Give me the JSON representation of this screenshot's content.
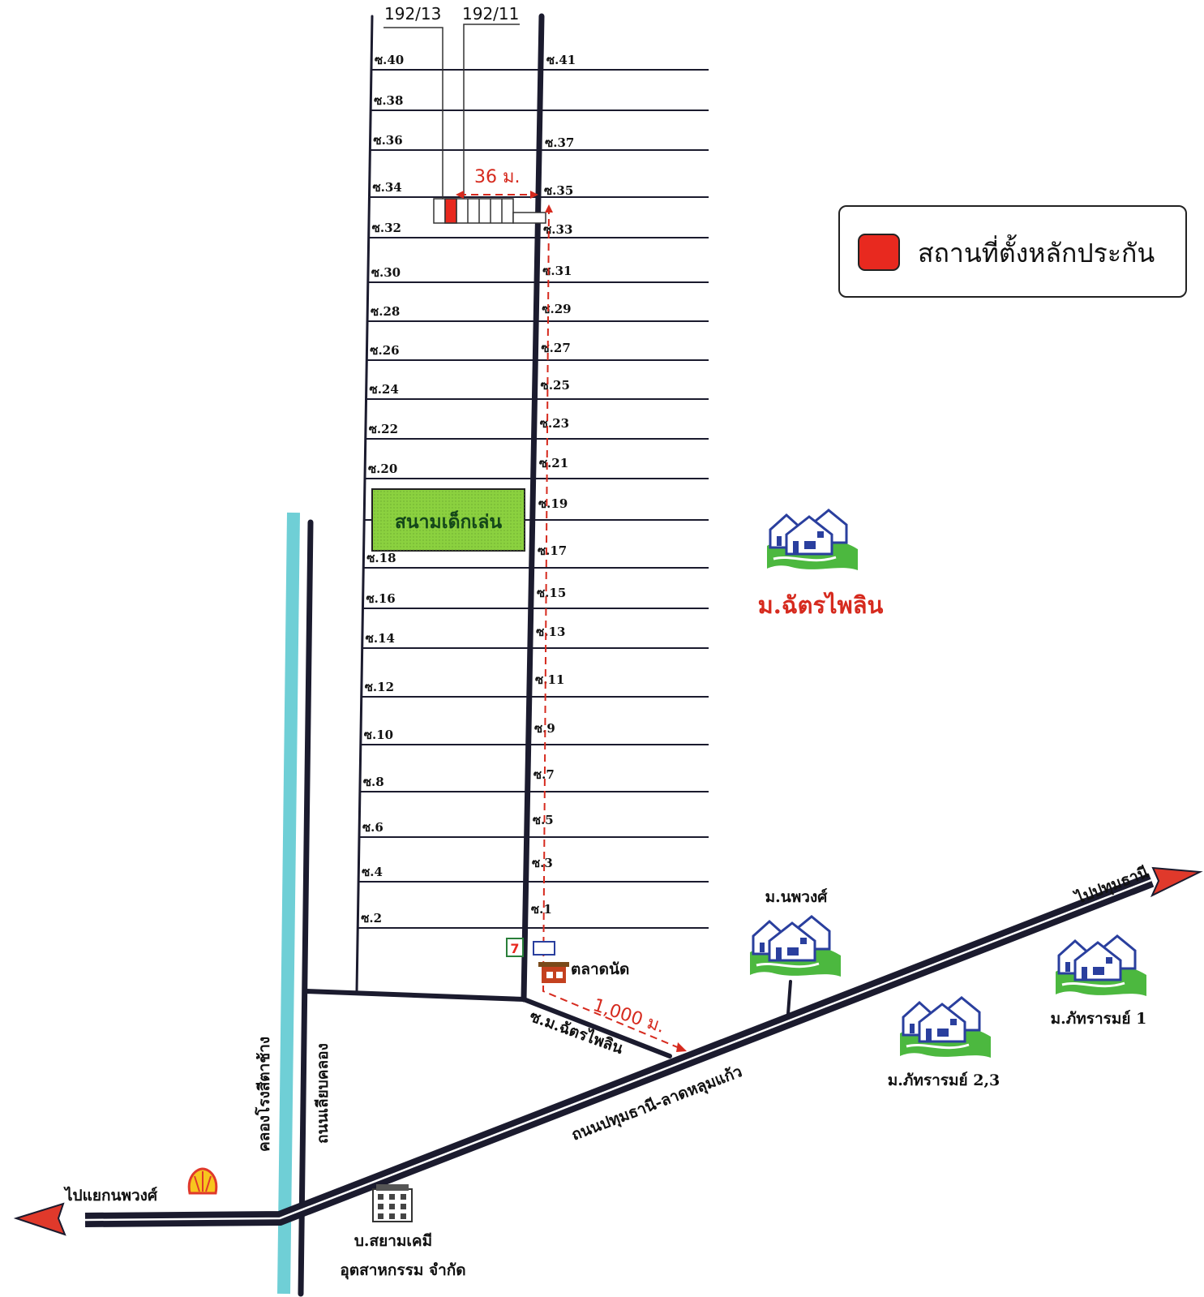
{
  "plots": [
    "192/13",
    "192/11"
  ],
  "soi_left": [
    "ซ.40",
    "ซ.38",
    "ซ.36",
    "ซ.34",
    "ซ.32",
    "ซ.30",
    "ซ.28",
    "ซ.26",
    "ซ.24",
    "ซ.22",
    "ซ.20",
    "ซ.18",
    "ซ.16",
    "ซ.14",
    "ซ.12",
    "ซ.10",
    "ซ.8",
    "ซ.6",
    "ซ.4",
    "ซ.2"
  ],
  "soi_right": [
    "ซ.41",
    "ซ.37",
    "ซ.35",
    "ซ.33",
    "ซ.31",
    "ซ.29",
    "ซ.27",
    "ซ.25",
    "ซ.23",
    "ซ.21",
    "ซ.19",
    "ซ.17",
    "ซ.15",
    "ซ.13",
    "ซ.11",
    "ซ.9",
    "ซ.7",
    "ซ.5",
    "ซ.3",
    "ซ.1"
  ],
  "distance_top": "36 ม.",
  "distance_bottom": "1,000 ม.",
  "legend": {
    "label": "สถานที่ตั้งหลักประกัน",
    "color": "#e8291f"
  },
  "playground": "สนามเด็กเล่น",
  "village_main": "ม.ฉัตรไพลิน",
  "village_napawong": "ม.นพวงศ์",
  "village_pattaram1": "ม.ภัทรารมย์ 1",
  "village_pattaram23": "ม.ภัทรารมย์ 2,3",
  "market": "ตลาดนัด",
  "soi_main": "ซ.ม.ฉัตรไพลิน",
  "road_main": "ถนนปทุมธานี-ลาดหลุมแก้ว",
  "road_canal": "ถนนเลียบคลอง",
  "canal": "คลองโรงสีตาช้าง",
  "to_pathum": "ไปปทุมธานี",
  "to_napawong": "ไปแยกนพวงศ์",
  "company_line1": "บ.สยามเคมี",
  "company_line2": "อุตสาหกรรม จำกัด",
  "colors": {
    "canal": "#6fcfd6",
    "road": "#1b1b2e",
    "arrow": "#e0392b",
    "playground": "#8bd13f",
    "red": "#d62a1e",
    "house_roof": "#2a3f9e",
    "grass": "#4cb83f"
  },
  "icons": [
    "house-cluster-icon",
    "shell-logo-icon",
    "store-icon",
    "market-icon",
    "building-icon"
  ]
}
